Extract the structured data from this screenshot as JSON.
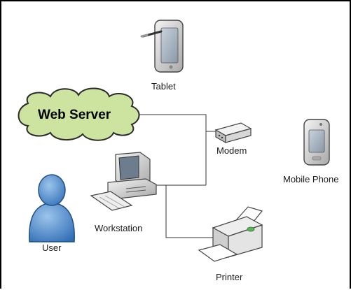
{
  "diagram": {
    "labels": {
      "tablet": "Tablet",
      "web_server": "Web Server",
      "modem": "Modem",
      "mobile_phone": "Mobile Phone",
      "workstation": "Workstation",
      "user": "User",
      "printer": "Printer"
    },
    "icons": [
      "tablet-icon",
      "cloud-icon",
      "modem-icon",
      "mobile-phone-icon",
      "workstation-icon",
      "user-icon",
      "printer-icon"
    ],
    "colors": {
      "cloud_fill": "#cde3a0",
      "cloud_stroke": "#2b2b2b",
      "user_blue": "#4a86c8",
      "line": "#333333",
      "device_gray": "#d9d9d9"
    }
  }
}
